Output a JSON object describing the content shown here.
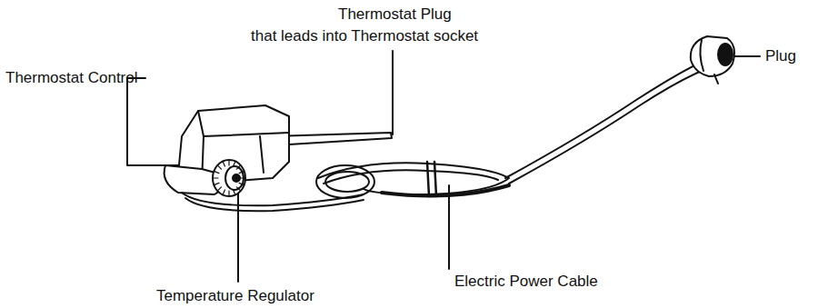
{
  "diagram": {
    "labels": [
      "Thermostat Plug",
      "that leads into Thermostat socket",
      "Thermostat Control",
      "Plug",
      "Electric Power Cable",
      "Temperature Regulator"
    ]
  }
}
